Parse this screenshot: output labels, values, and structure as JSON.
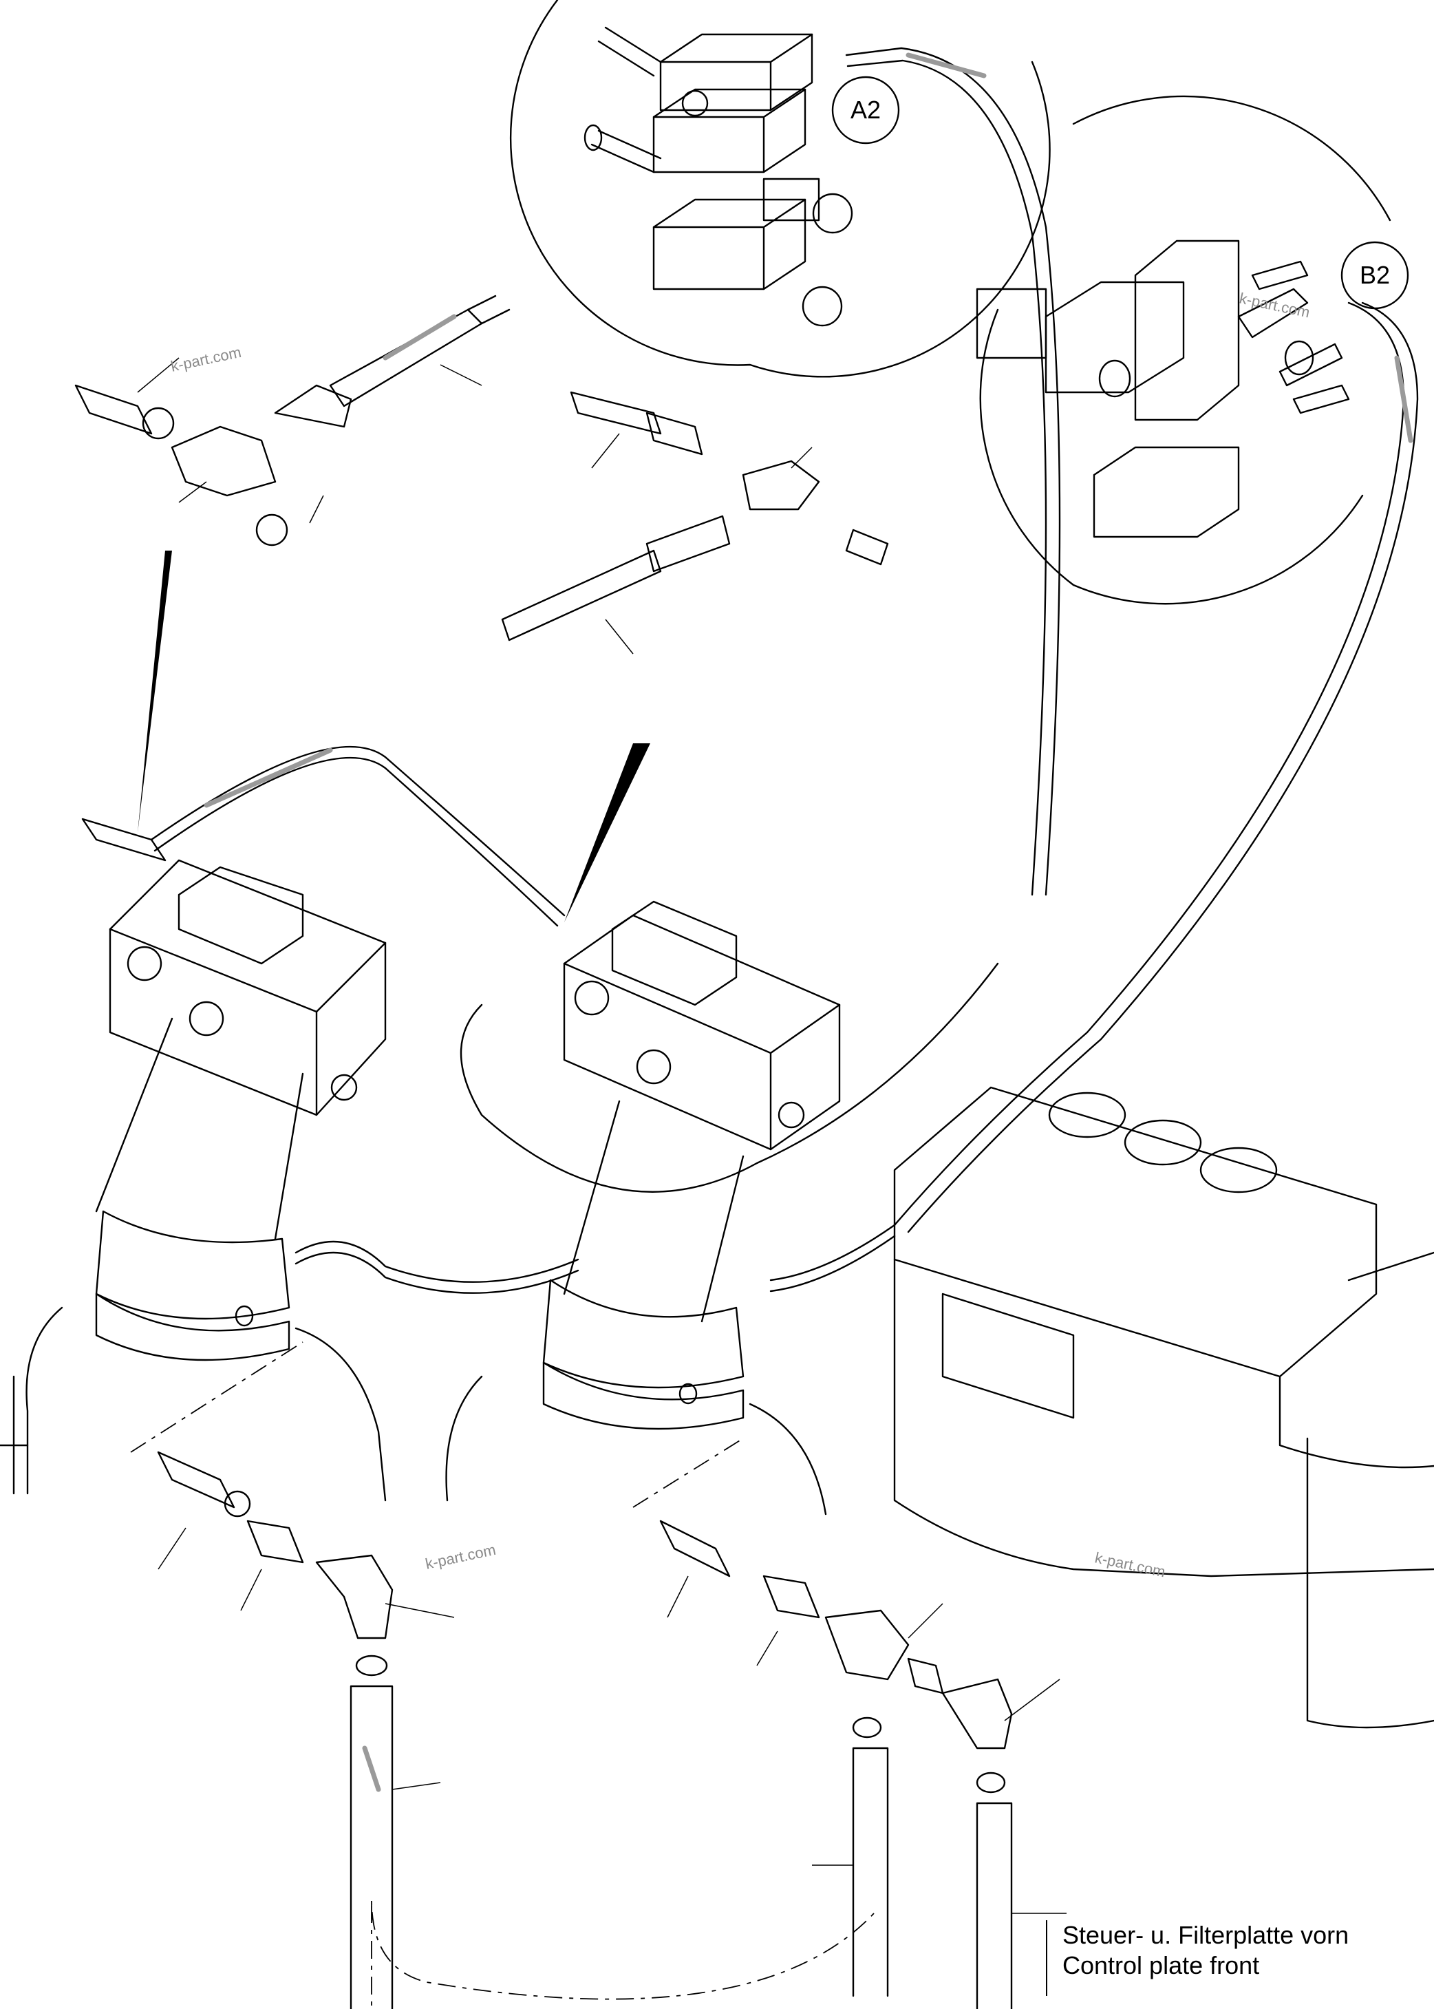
{
  "callouts": {
    "a2": "A2",
    "b2": "B2"
  },
  "watermarks": [
    "k-part.com",
    "k-part.com",
    "k-part.com",
    "k-part.com"
  ],
  "caption": {
    "line1": "Steuer- u. Filterplatte vorn",
    "line2": "Control plate front"
  },
  "colors": {
    "line": "#000000",
    "watermark": "#8a8a8a",
    "background": "#ffffff"
  }
}
